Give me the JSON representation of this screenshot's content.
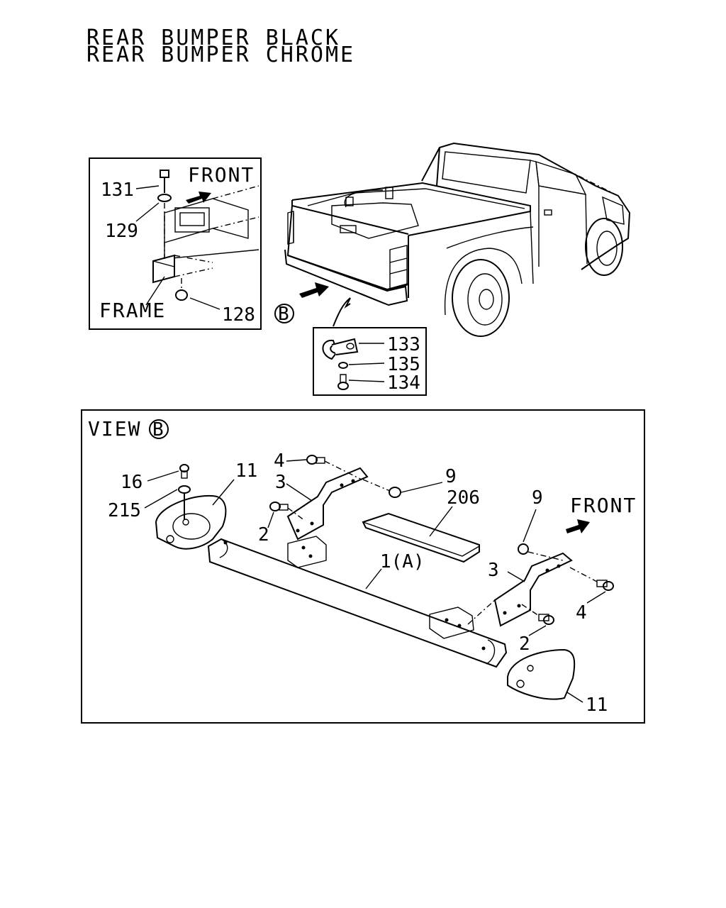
{
  "titles": [
    "REAR BUMPER BLACK",
    "REAR BUMPER CHROME"
  ],
  "inset_frame": {
    "front_label": "FRONT",
    "frame_label": "FRAME",
    "callouts": [
      "131",
      "129",
      "128"
    ]
  },
  "view_marker": "B",
  "hook_box": {
    "callouts": [
      "133",
      "135",
      "134"
    ]
  },
  "view_b": {
    "title": "VIEW",
    "marker": "B",
    "front_label": "FRONT",
    "callouts": [
      "16",
      "215",
      "11",
      "4",
      "3",
      "2",
      "9",
      "206",
      "1(A)",
      "9",
      "3",
      "4",
      "2",
      "11"
    ]
  }
}
